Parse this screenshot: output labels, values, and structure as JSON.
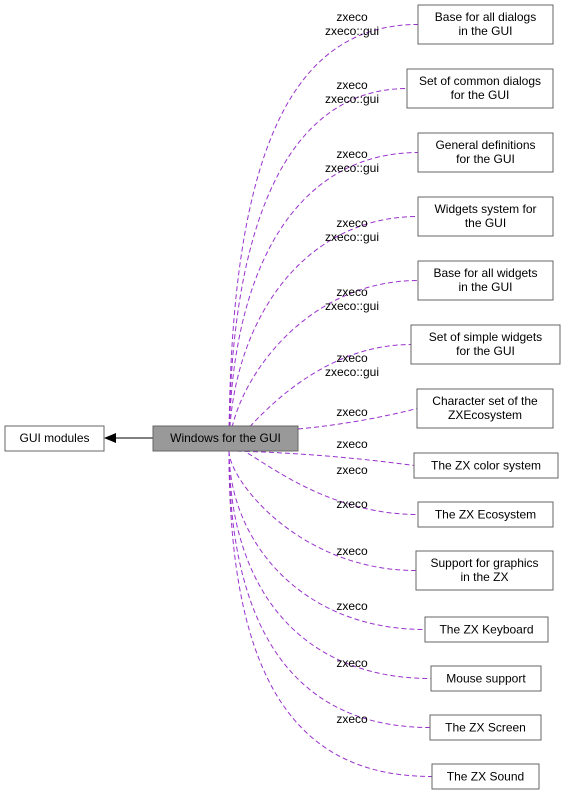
{
  "colors": {
    "edge": "#9a32cd",
    "node_border": "#666666",
    "center_fill": "#999999",
    "arrow": "#000000",
    "background": "#ffffff"
  },
  "diagram": {
    "parent": {
      "label": "GUI modules"
    },
    "center": {
      "label": "Windows for the GUI"
    },
    "modules": [
      {
        "lines": [
          "Base for all dialogs",
          "in the GUI"
        ],
        "edge_label": [
          "zxeco",
          "zxeco::gui"
        ]
      },
      {
        "lines": [
          "Set of common dialogs",
          "for the GUI"
        ],
        "edge_label": [
          "zxeco",
          "zxeco::gui"
        ]
      },
      {
        "lines": [
          "General definitions",
          "for the GUI"
        ],
        "edge_label": [
          "zxeco",
          "zxeco::gui"
        ]
      },
      {
        "lines": [
          "Widgets system for",
          "the GUI"
        ],
        "edge_label": [
          "zxeco",
          "zxeco::gui"
        ]
      },
      {
        "lines": [
          "Base for all widgets",
          "in the GUI"
        ],
        "edge_label": [
          "zxeco",
          "zxeco::gui"
        ]
      },
      {
        "lines": [
          "Set of simple widgets",
          "for the GUI"
        ],
        "edge_label": [
          "zxeco",
          "zxeco::gui"
        ]
      },
      {
        "lines": [
          "Character set of the",
          "ZXEcosystem"
        ],
        "edge_label": [
          "zxeco"
        ]
      },
      {
        "lines": [
          "The ZX color system"
        ],
        "edge_label": [
          "zxeco"
        ]
      },
      {
        "lines": [
          "The ZX Ecosystem"
        ],
        "edge_label": [
          "zxeco"
        ]
      },
      {
        "lines": [
          "Support for graphics",
          "in the ZX"
        ],
        "edge_label": [
          "zxeco"
        ]
      },
      {
        "lines": [
          "The ZX Keyboard"
        ],
        "edge_label": [
          "zxeco"
        ]
      },
      {
        "lines": [
          "Mouse support"
        ],
        "edge_label": [
          "zxeco"
        ]
      },
      {
        "lines": [
          "The ZX Screen"
        ],
        "edge_label": [
          "zxeco"
        ]
      },
      {
        "lines": [
          "The ZX Sound"
        ],
        "edge_label": [
          "zxeco"
        ]
      }
    ]
  }
}
